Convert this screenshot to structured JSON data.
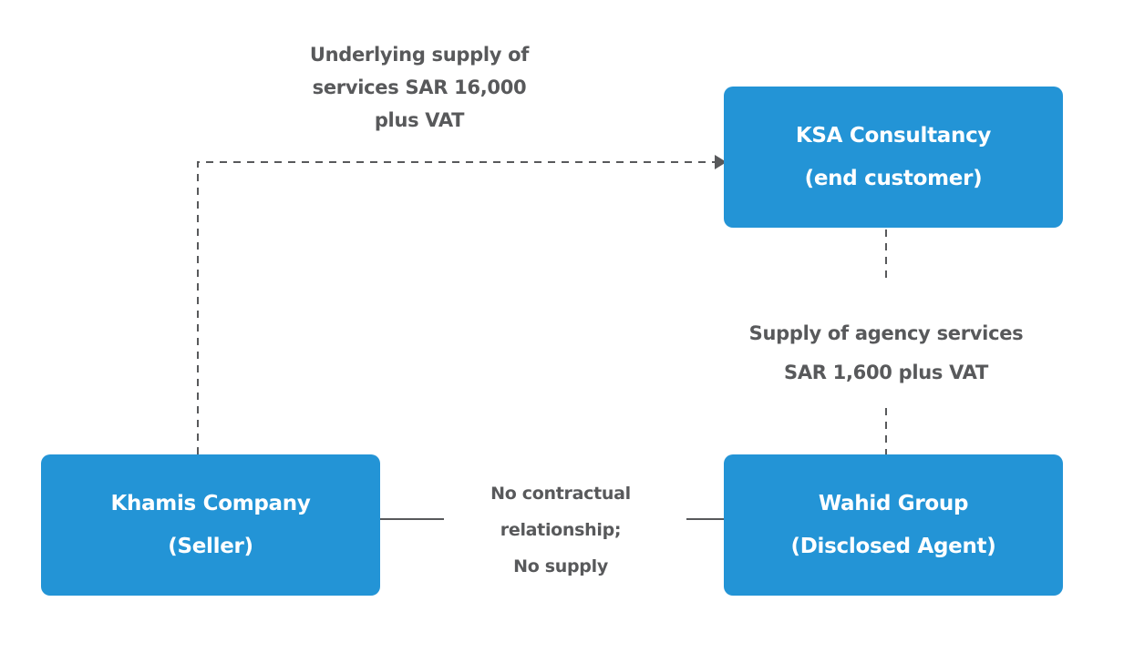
{
  "colors": {
    "box_fill": "#2394d6",
    "box_text": "#ffffff",
    "label_text": "#58595b",
    "connector": "#58595b"
  },
  "nodes": {
    "ksa": {
      "line1": "KSA Consultancy",
      "line2": "(end customer)"
    },
    "khamis": {
      "line1": "Khamis Company",
      "line2": "(Seller)"
    },
    "wahid": {
      "line1": "Wahid Group",
      "line2": "(Disclosed Agent)"
    }
  },
  "edges": {
    "underlying_supply": {
      "line1": "Underlying supply of",
      "line2": "services SAR 16,000",
      "line3": "plus VAT"
    },
    "agency_supply": {
      "line1": "Supply of agency services",
      "line2": "SAR 1,600 plus VAT"
    },
    "no_contract": {
      "line1": "No contractual",
      "line2": "relationship;",
      "line3": "No supply"
    }
  }
}
